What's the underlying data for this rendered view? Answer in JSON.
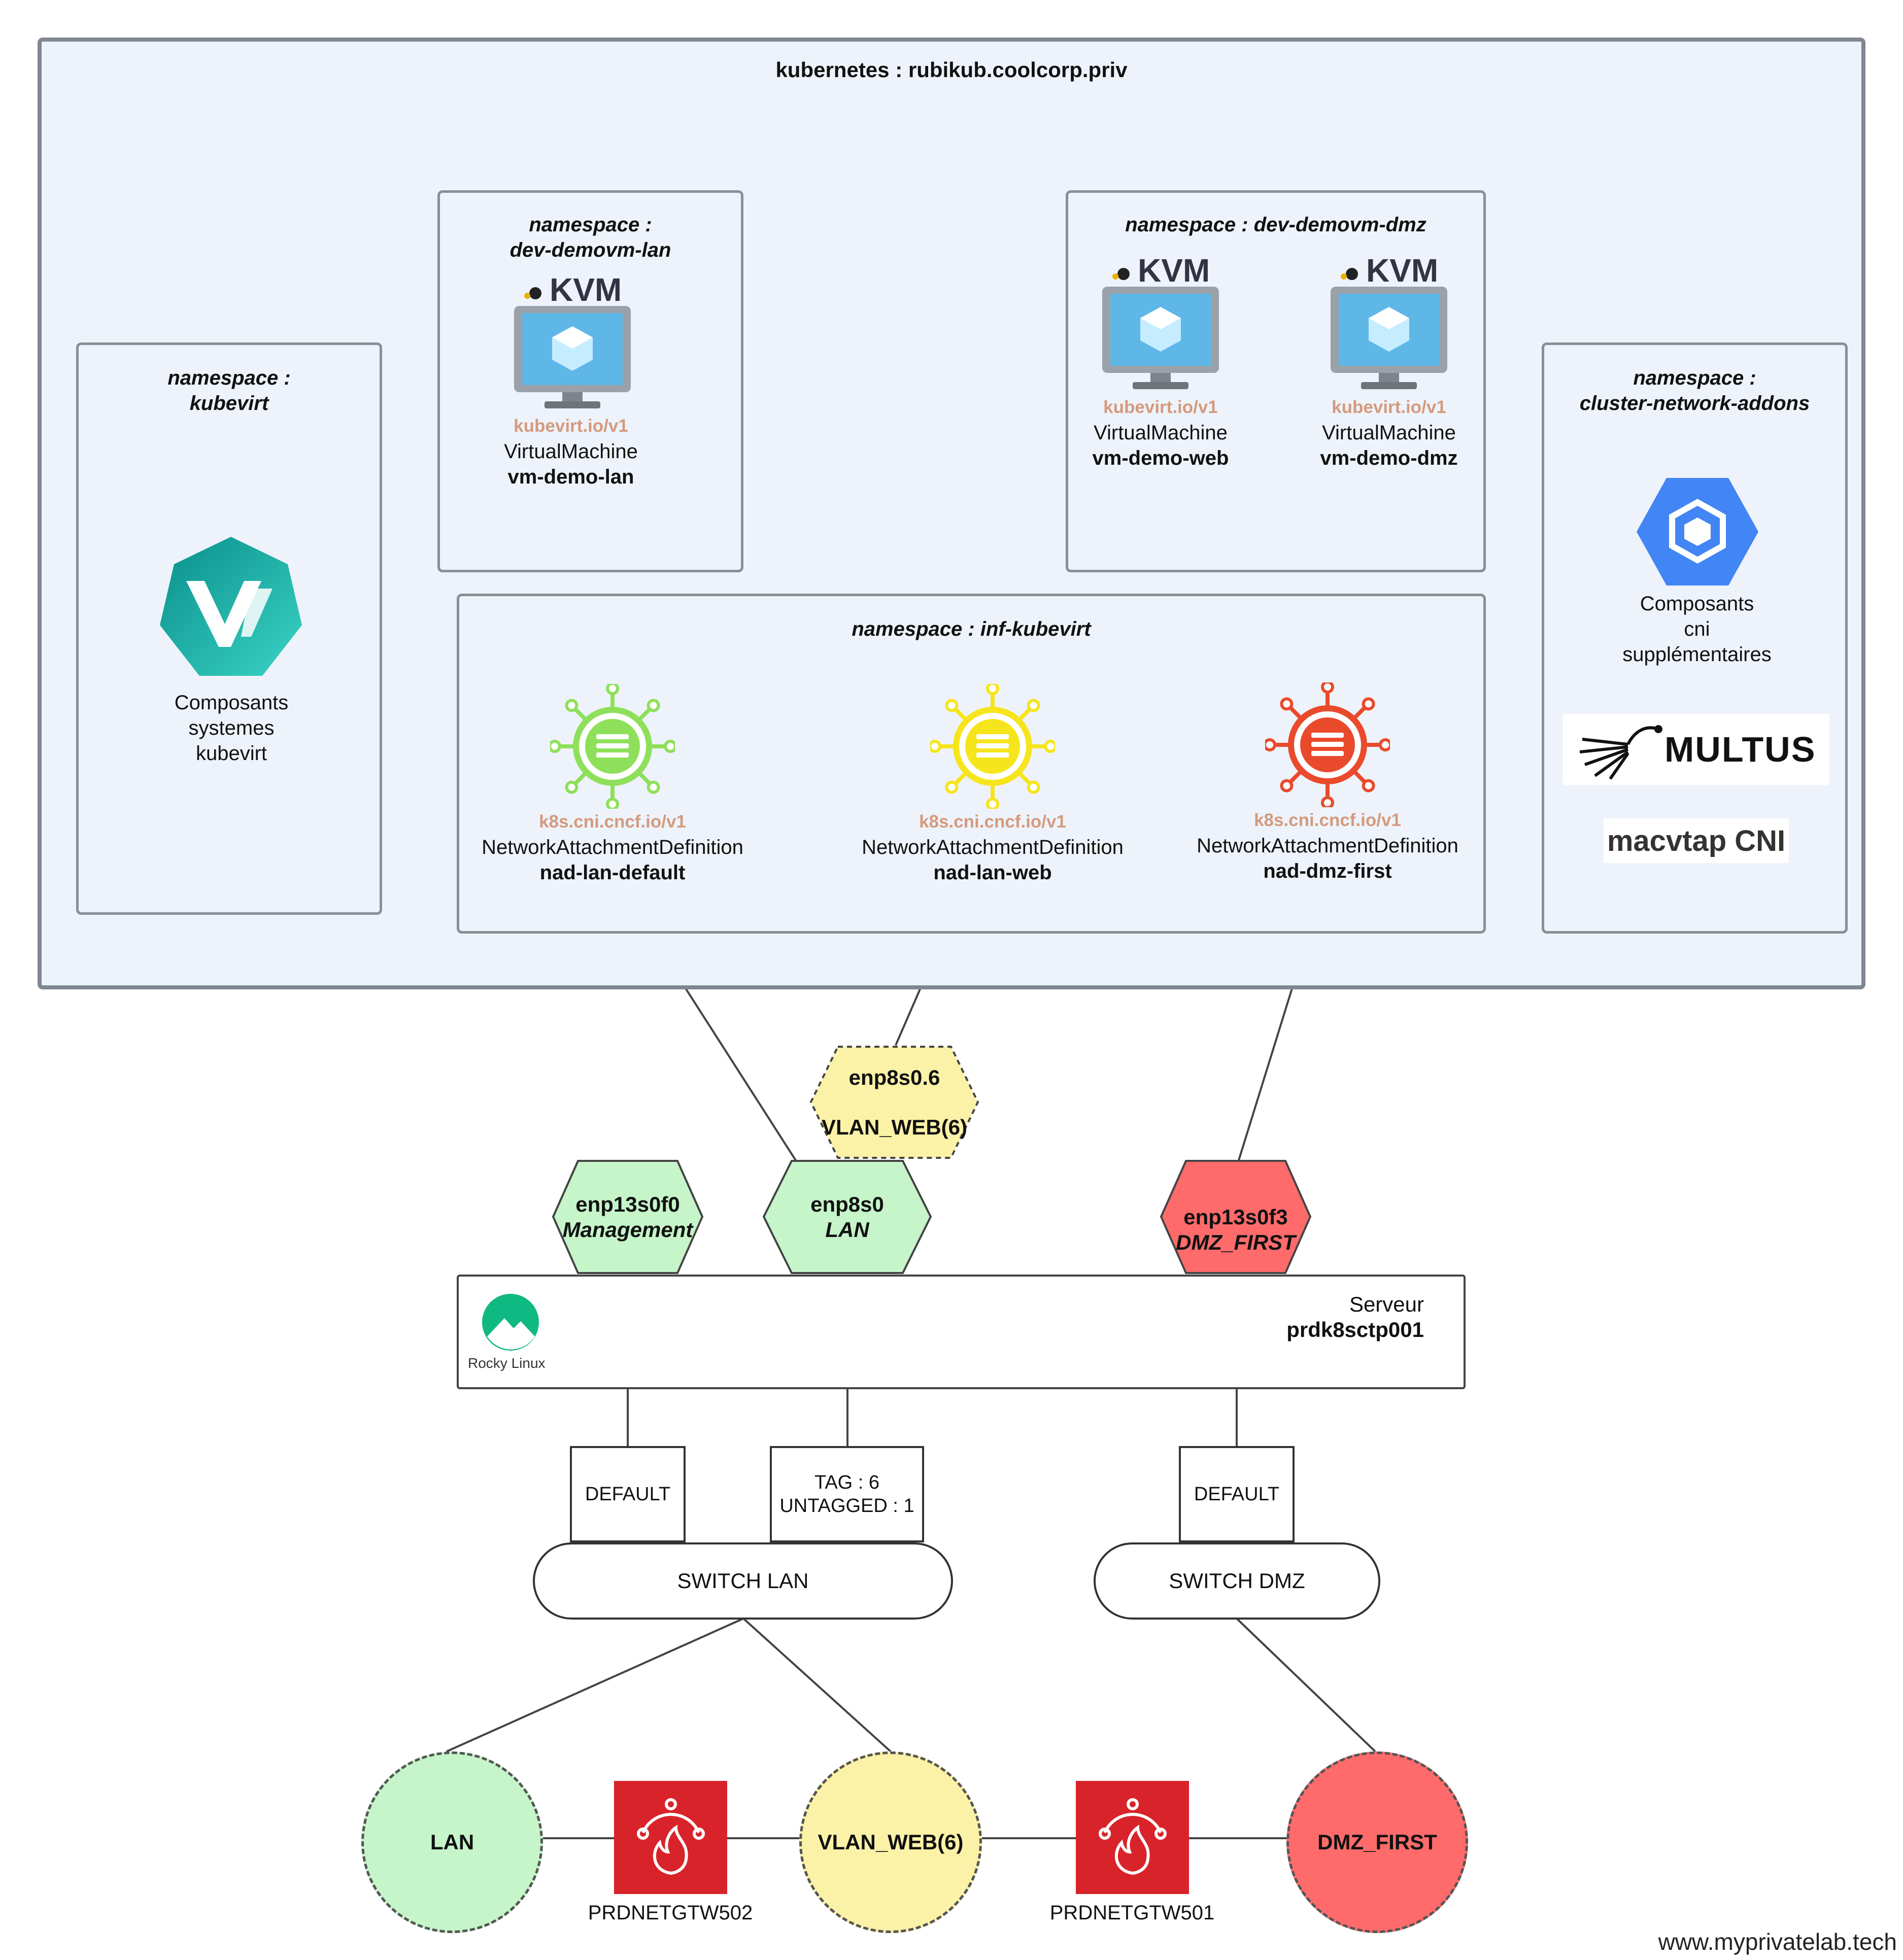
{
  "cluster": {
    "title": "kubernetes : rubikub.coolcorp.priv"
  },
  "ns_kubevirt": {
    "title_line1": "namespace :",
    "title_line2": "kubevirt",
    "caption": [
      "Composants",
      "systemes",
      "kubevirt"
    ]
  },
  "ns_demovm_lan": {
    "title_line1": "namespace :",
    "title_line2": "dev-demovm-lan"
  },
  "ns_demovm_dmz": {
    "title": "namespace : dev-demovm-dmz"
  },
  "ns_inf_kubevirt": {
    "title": "namespace : inf-kubevirt"
  },
  "ns_cna": {
    "title_line1": "namespace :",
    "title_line2": "cluster-network-addons",
    "caption": [
      "Composants",
      "cni",
      "supplémentaires"
    ],
    "multus_logo_text": "MULTUS",
    "macvtap_logo_text": "macvtap CNI"
  },
  "kvm_logo_text": "KVM",
  "vms": [
    {
      "api": "kubevirt.io/v1",
      "kind": "VirtualMachine",
      "name": "vm-demo-lan"
    },
    {
      "api": "kubevirt.io/v1",
      "kind": "VirtualMachine",
      "name": "vm-demo-web"
    },
    {
      "api": "kubevirt.io/v1",
      "kind": "VirtualMachine",
      "name": "vm-demo-dmz"
    }
  ],
  "nads": [
    {
      "api": "k8s.cni.cncf.io/v1",
      "kind": "NetworkAttachmentDefinition",
      "name": "nad-lan-default",
      "color": "#8ee05a"
    },
    {
      "api": "k8s.cni.cncf.io/v1",
      "kind": "NetworkAttachmentDefinition",
      "name": "nad-lan-web",
      "color": "#f6e51c"
    },
    {
      "api": "k8s.cni.cncf.io/v1",
      "kind": "NetworkAttachmentDefinition",
      "name": "nad-dmz-first",
      "color": "#ea4a2c"
    }
  ],
  "interfaces": {
    "vlan": {
      "line1": "enp8s0.6",
      "line2": "VLAN_WEB(6)",
      "color": "#fbf2a8"
    },
    "mgmt": {
      "line1": "enp13s0f0",
      "line2": "Management",
      "color": "#c5f5c9"
    },
    "lan": {
      "line1": "enp8s0",
      "line2": "LAN",
      "color": "#c5f5c9"
    },
    "dmz": {
      "line1": "enp13s0f3",
      "line2": "DMZ_FIRST",
      "color": "#ff6b6b"
    }
  },
  "server": {
    "label": "Serveur",
    "name": "prdk8sctp001",
    "os_logo_text": "Rocky Linux"
  },
  "ports": [
    {
      "lines": [
        "DEFAULT"
      ]
    },
    {
      "lines": [
        "TAG : 6",
        "UNTAGGED : 1"
      ]
    },
    {
      "lines": [
        "DEFAULT"
      ]
    }
  ],
  "switches": {
    "lan": "SWITCH LAN",
    "dmz": "SWITCH DMZ"
  },
  "networks": [
    {
      "name": "LAN",
      "color": "#c5f5c9"
    },
    {
      "name": "VLAN_WEB(6)",
      "color": "#fbf2a8"
    },
    {
      "name": "DMZ_FIRST",
      "color": "#ff6b6b"
    }
  ],
  "firewalls": [
    {
      "name": "PRDNETGTW502"
    },
    {
      "name": "PRDNETGTW501"
    }
  ],
  "watermark": "www.myprivatelab.tech"
}
